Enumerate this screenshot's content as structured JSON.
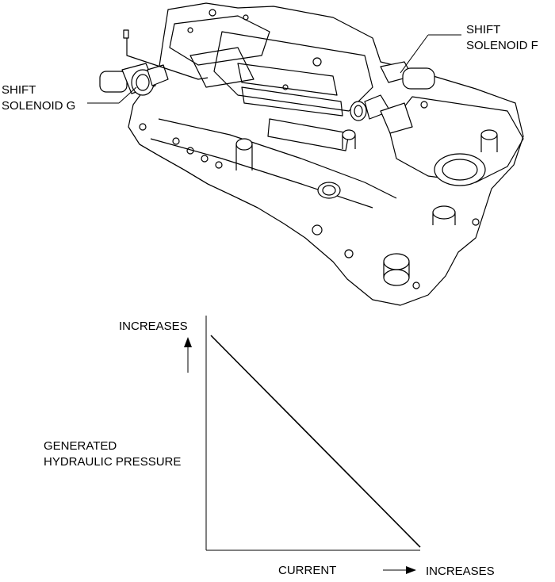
{
  "callouts": {
    "solenoid_g": {
      "line1": "SHIFT",
      "line2": "SOLENOID G"
    },
    "solenoid_f": {
      "line1": "SHIFT",
      "line2": "SOLENOID F"
    }
  },
  "graph": {
    "y_top_label": "INCREASES",
    "y_axis_label_line1": "GENERATED",
    "y_axis_label_line2": "HYDRAULIC PRESSURE",
    "x_axis_label": "CURRENT",
    "x_right_label": "INCREASES"
  },
  "chart_data": {
    "type": "line",
    "x": [
      0,
      1
    ],
    "y": [
      1,
      0
    ],
    "ylabel": "GENERATED HYDRAULIC PRESSURE",
    "xlabel": "CURRENT",
    "grid": false
  }
}
